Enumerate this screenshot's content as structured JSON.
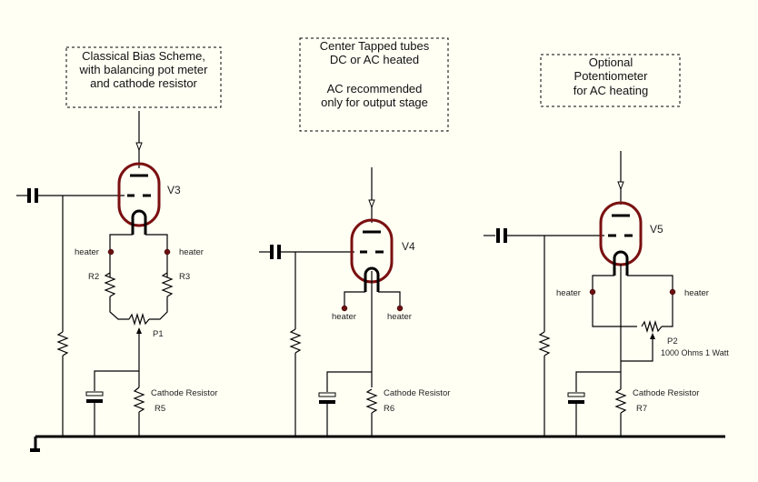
{
  "colors": {
    "background": "#fffff4",
    "tube_envelope": "#7a1010",
    "wire": "#000000",
    "heater_terminal": "#6a1010"
  },
  "notes": [
    {
      "id": "note-classical",
      "lines": [
        "Classical Bias Scheme,",
        "with balancing  pot meter",
        "and cathode resistor"
      ]
    },
    {
      "id": "note-center-tapped",
      "lines": [
        "Center Tapped tubes",
        "DC or AC heated",
        "",
        "AC recommended",
        "only for output stage"
      ]
    },
    {
      "id": "note-optional-pot",
      "lines": [
        "Optional",
        "Potentiometer",
        "for AC heating"
      ]
    }
  ],
  "circuits": [
    {
      "tube": "V3",
      "heater_labels": [
        "heater",
        "heater"
      ],
      "resistors": [
        "R2",
        "R3"
      ],
      "pot": "P1",
      "cathode_resistor_label": "Cathode Resistor",
      "cathode_resistor": "R5"
    },
    {
      "tube": "V4",
      "heater_labels": [
        "heater",
        "heater"
      ],
      "cathode_resistor_label": "Cathode Resistor",
      "cathode_resistor": "R6"
    },
    {
      "tube": "V5",
      "heater_labels": [
        "heater",
        "heater"
      ],
      "pot": "P2",
      "pot_rating": "1000 Ohms 1 Watt",
      "cathode_resistor_label": "Cathode Resistor",
      "cathode_resistor": "R7"
    }
  ]
}
